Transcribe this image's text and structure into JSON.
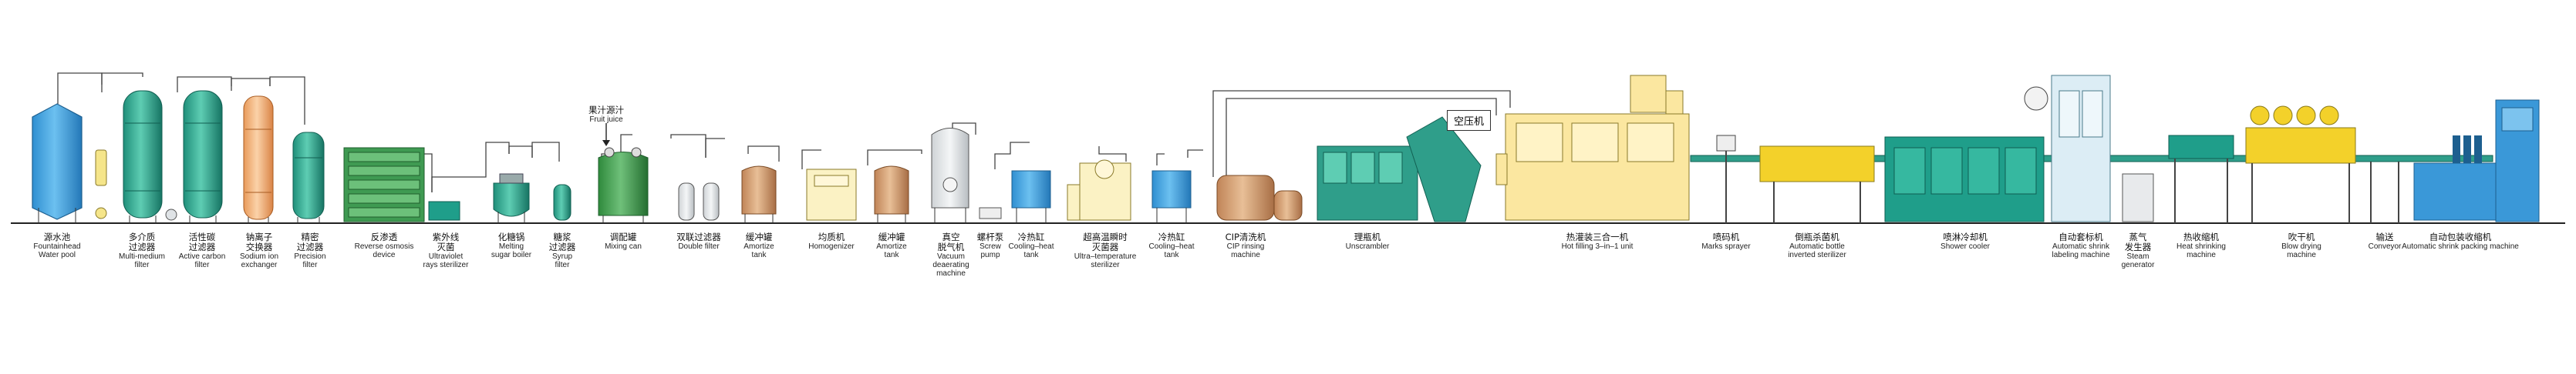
{
  "diagram": {
    "air_compressor_label": "空压机",
    "fruit_juice": {
      "zh": "果汁源汁",
      "en": "Fruit juice"
    },
    "stations": [
      {
        "id": "water-pool",
        "zh": [
          "源水池"
        ],
        "en": [
          "Fountainhead",
          "Water pool"
        ]
      },
      {
        "id": "multi-medium-filter",
        "zh": [
          "多介质",
          "过滤器"
        ],
        "en": [
          "Multi-medium",
          "filter"
        ]
      },
      {
        "id": "active-carbon-filter",
        "zh": [
          "活性碳",
          "过滤器"
        ],
        "en": [
          "Active carbon",
          "filter"
        ]
      },
      {
        "id": "sodium-ion-exchanger",
        "zh": [
          "钠离子",
          "交换器"
        ],
        "en": [
          "Sodium ion",
          "exchanger"
        ]
      },
      {
        "id": "precision-filter",
        "zh": [
          "精密",
          "过滤器"
        ],
        "en": [
          "Precision",
          "filter"
        ]
      },
      {
        "id": "reverse-osmosis",
        "zh": [
          "反渗透"
        ],
        "en": [
          "Reverse osmosis",
          "device"
        ]
      },
      {
        "id": "uv-sterilizer",
        "zh": [
          "紫外线",
          "灭菌"
        ],
        "en": [
          "Ultraviolet",
          "rays sterilizer"
        ]
      },
      {
        "id": "melting-sugar-boiler",
        "zh": [
          "化糖锅"
        ],
        "en": [
          "Melting",
          "sugar boiler"
        ]
      },
      {
        "id": "syrup-filter",
        "zh": [
          "糖浆",
          "过滤器"
        ],
        "en": [
          "Syrup",
          "filter"
        ]
      },
      {
        "id": "mixing-can",
        "zh": [
          "调配罐"
        ],
        "en": [
          "Mixing can"
        ]
      },
      {
        "id": "double-filter",
        "zh": [
          "双联过滤器"
        ],
        "en": [
          "Double filter"
        ]
      },
      {
        "id": "amortize-tank-1",
        "zh": [
          "缓冲罐"
        ],
        "en": [
          "Amortize",
          "tank"
        ]
      },
      {
        "id": "homogenizer",
        "zh": [
          "均质机"
        ],
        "en": [
          "Homogenizer"
        ]
      },
      {
        "id": "amortize-tank-2",
        "zh": [
          "缓冲罐"
        ],
        "en": [
          "Amortize",
          "tank"
        ]
      },
      {
        "id": "vacuum-deaerating-machine",
        "zh": [
          "真空",
          "脱气机"
        ],
        "en": [
          "Vacuum",
          "deaerating",
          "machine"
        ]
      },
      {
        "id": "screw-pump",
        "zh": [
          "螺杆泵"
        ],
        "en": [
          "Screw",
          "pump"
        ]
      },
      {
        "id": "cooling-heat-tank-1",
        "zh": [
          "冷热缸"
        ],
        "en": [
          "Cooling–heat",
          "tank"
        ]
      },
      {
        "id": "uht-sterilizer",
        "zh": [
          "超高温瞬时",
          "灭菌器"
        ],
        "en": [
          "Ultra–temperature",
          "sterilizer"
        ]
      },
      {
        "id": "cooling-heat-tank-2",
        "zh": [
          "冷热缸"
        ],
        "en": [
          "Cooling–heat",
          "tank"
        ]
      },
      {
        "id": "cip-rinsing-machine",
        "zh": [
          "CIP清洗机"
        ],
        "en": [
          "CIP rinsing",
          "machine"
        ]
      },
      {
        "id": "unscrambler",
        "zh": [
          "理瓶机"
        ],
        "en": [
          "Unscrambler"
        ]
      },
      {
        "id": "hot-filling-3-in-1",
        "zh": [
          "热灌装三合一机"
        ],
        "en": [
          "Hot filling 3–in–1 unit"
        ]
      },
      {
        "id": "marks-sprayer",
        "zh": [
          "喷码机"
        ],
        "en": [
          "Marks sprayer"
        ]
      },
      {
        "id": "bottle-inverted-sterilizer",
        "zh": [
          "倒瓶杀菌机"
        ],
        "en": [
          "Automatic bottle",
          "inverted sterilizer"
        ]
      },
      {
        "id": "shower-cooler",
        "zh": [
          "喷淋冷却机"
        ],
        "en": [
          "Shower cooler"
        ]
      },
      {
        "id": "shrink-labeling-machine",
        "zh": [
          "自动套标机"
        ],
        "en": [
          "Automatic shrink",
          "labeling machine"
        ]
      },
      {
        "id": "steam-generator",
        "zh": [
          "蒸气",
          "发生器"
        ],
        "en": [
          "Steam",
          "generator"
        ]
      },
      {
        "id": "heat-shrinking-machine",
        "zh": [
          "热收缩机"
        ],
        "en": [
          "Heat shrinking",
          "machine"
        ]
      },
      {
        "id": "blow-drying-machine",
        "zh": [
          "吹干机"
        ],
        "en": [
          "Blow drying",
          "machine"
        ]
      },
      {
        "id": "conveyor",
        "zh": [
          "输送"
        ],
        "en": [
          "Conveyor"
        ]
      },
      {
        "id": "shrink-packing-machine",
        "zh": [
          "自动包装收缩机"
        ],
        "en": [
          "Automatic shrink packing machine"
        ]
      }
    ]
  }
}
